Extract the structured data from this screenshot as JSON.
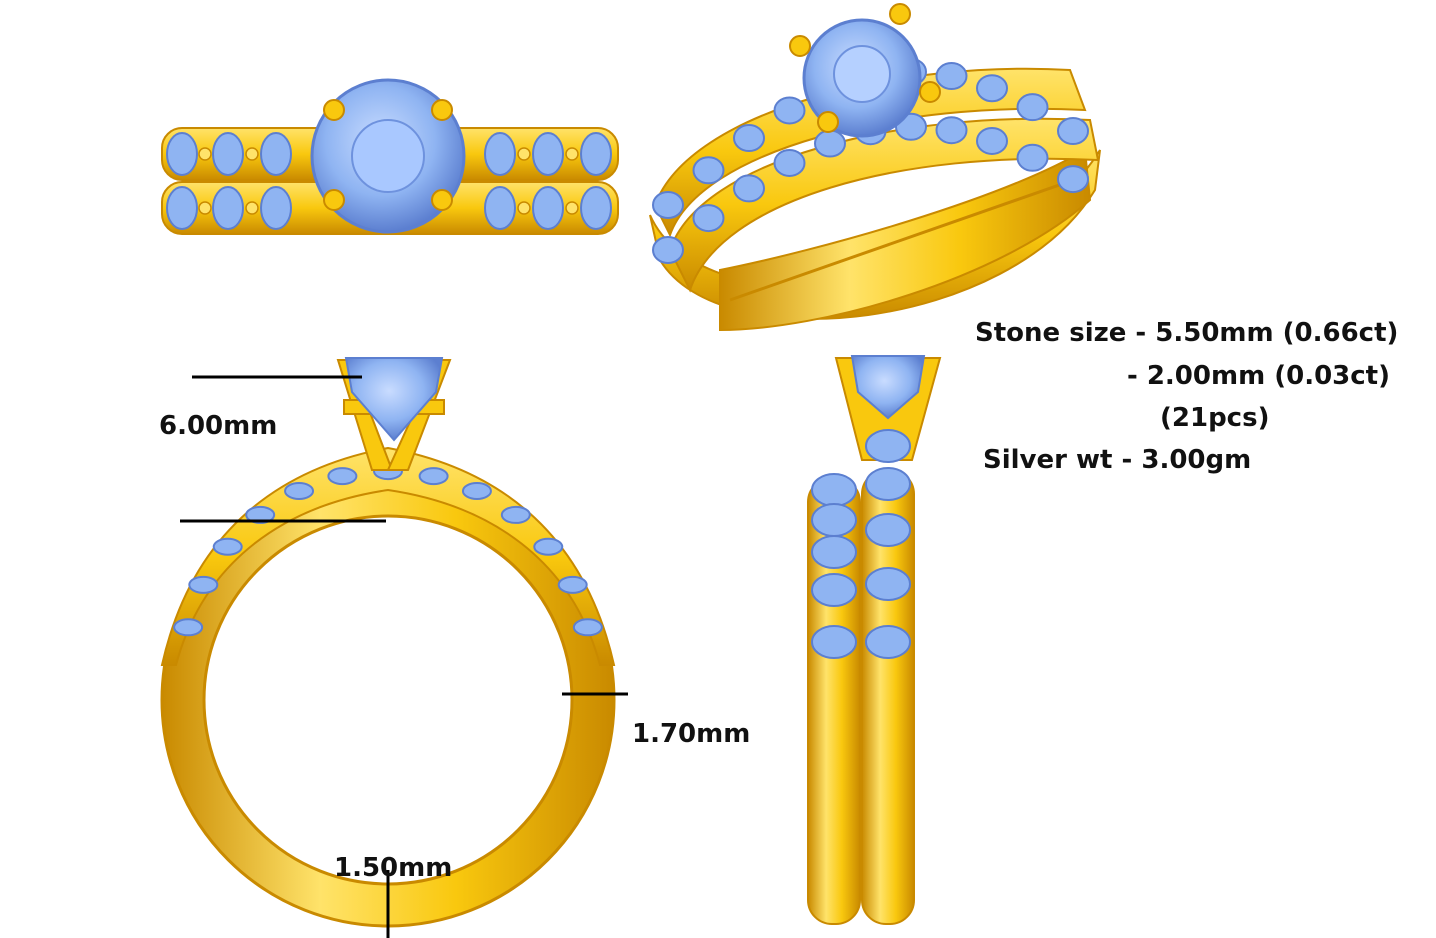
{
  "colors": {
    "gold": "#F9C80E",
    "gold_dark": "#C98A00",
    "gold_light": "#FFE36A",
    "stone": "#8FB4F2",
    "stone_dark": "#5C7FD0",
    "stone_light": "#C9DCFF",
    "dimension_line": "#000000"
  },
  "labels": {
    "center_height": "6.00mm",
    "shank_width": "1.70mm",
    "shank_thickness": "1.50mm"
  },
  "specs": {
    "stone_line1": "Stone size - 5.50mm (0.66ct)",
    "stone_line2": "- 2.00mm (0.03ct)",
    "stone_line3": "(21pcs)",
    "silver_weight": "Silver wt - 3.00gm"
  }
}
